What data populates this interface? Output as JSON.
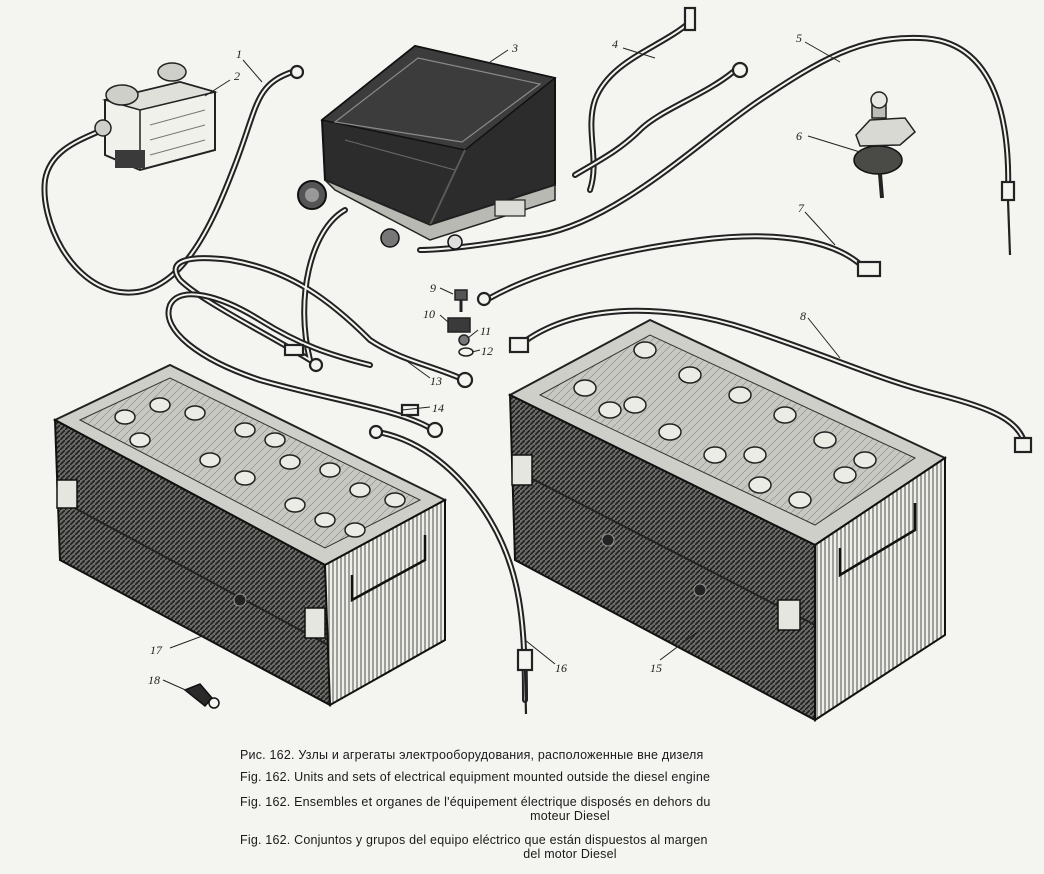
{
  "labels": [
    {
      "id": "1",
      "name": "cable-1"
    },
    {
      "id": "2",
      "name": "box-2"
    },
    {
      "id": "3",
      "name": "relay-regulator"
    },
    {
      "id": "4",
      "name": "cable-4"
    },
    {
      "id": "5",
      "name": "cable-5"
    },
    {
      "id": "6",
      "name": "switch-6"
    },
    {
      "id": "7",
      "name": "cable-7"
    },
    {
      "id": "8",
      "name": "cable-8"
    },
    {
      "id": "9",
      "name": "bolt-9"
    },
    {
      "id": "10",
      "name": "clamp-10"
    },
    {
      "id": "11",
      "name": "nut-11"
    },
    {
      "id": "12",
      "name": "washer-12"
    },
    {
      "id": "13",
      "name": "cable-13"
    },
    {
      "id": "14",
      "name": "cable-14"
    },
    {
      "id": "15",
      "name": "battery-15"
    },
    {
      "id": "16",
      "name": "cable-16"
    },
    {
      "id": "17",
      "name": "battery-17"
    },
    {
      "id": "18",
      "name": "terminal-18"
    }
  ],
  "captions": {
    "ru": "Рис. 162. Узлы и агрегаты электрооборудования, расположенные вне дизеля",
    "en": "Fig. 162. Units and sets of electrical equipment mounted outside the diesel engine",
    "fr_1": "Fig. 162. Ensembles et organes de l'équipement électrique disposés en dehors du",
    "fr_2": "moteur Diesel",
    "es_1": "Fig. 162. Conjuntos y grupos del equipo eléctrico que están dispuestos al margen",
    "es_2": "del motor Diesel"
  }
}
